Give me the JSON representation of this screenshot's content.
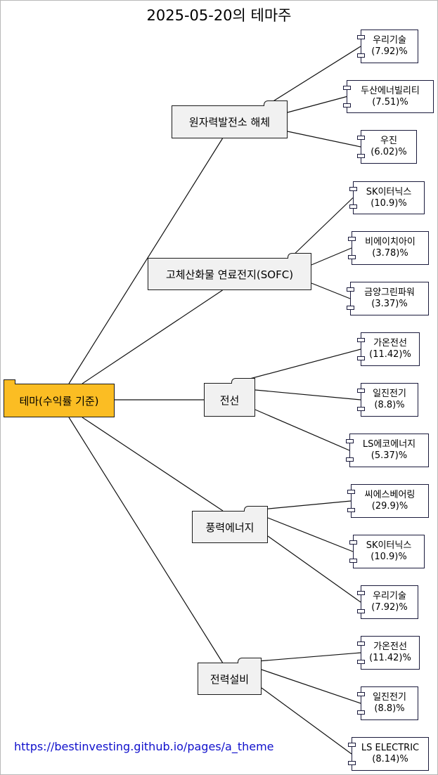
{
  "title": "2025-05-20의 테마주",
  "root": {
    "label": "테마(수익률 기준)"
  },
  "themes": [
    {
      "label": "원자력발전소 해체",
      "stocks": [
        {
          "name": "우리기술",
          "pct": "(7.92)%"
        },
        {
          "name": "두산에너빌리티",
          "pct": "(7.51)%"
        },
        {
          "name": "우진",
          "pct": "(6.02)%"
        }
      ]
    },
    {
      "label": "고체산화물 연료전지(SOFC)",
      "stocks": [
        {
          "name": "SK이터닉스",
          "pct": "(10.9)%"
        },
        {
          "name": "비에이치아이",
          "pct": "(3.78)%"
        },
        {
          "name": "금양그린파워",
          "pct": "(3.37)%"
        }
      ]
    },
    {
      "label": "전선",
      "stocks": [
        {
          "name": "가온전선",
          "pct": "(11.42)%"
        },
        {
          "name": "일진전기",
          "pct": "(8.8)%"
        },
        {
          "name": "LS에코에너지",
          "pct": "(5.37)%"
        }
      ]
    },
    {
      "label": "풍력에너지",
      "stocks": [
        {
          "name": "씨에스베어링",
          "pct": "(29.9)%"
        },
        {
          "name": "SK이터닉스",
          "pct": "(10.9)%"
        },
        {
          "name": "우리기술",
          "pct": "(7.92)%"
        }
      ]
    },
    {
      "label": "전력설비",
      "stocks": [
        {
          "name": "가온전선",
          "pct": "(11.42)%"
        },
        {
          "name": "일진전기",
          "pct": "(8.8)%"
        },
        {
          "name": "LS ELECTRIC",
          "pct": "(8.14)%"
        }
      ]
    }
  ],
  "footer_link": "https://bestinvesting.github.io/pages/a_theme",
  "colors": {
    "root_fill": "#fbbd23",
    "theme_fill": "#f1f1f1",
    "component_border": "#1a1a3c",
    "link": "#1010cc"
  },
  "icon_names": {
    "theme_box": "folder-icon",
    "stock_box": "component-icon"
  }
}
